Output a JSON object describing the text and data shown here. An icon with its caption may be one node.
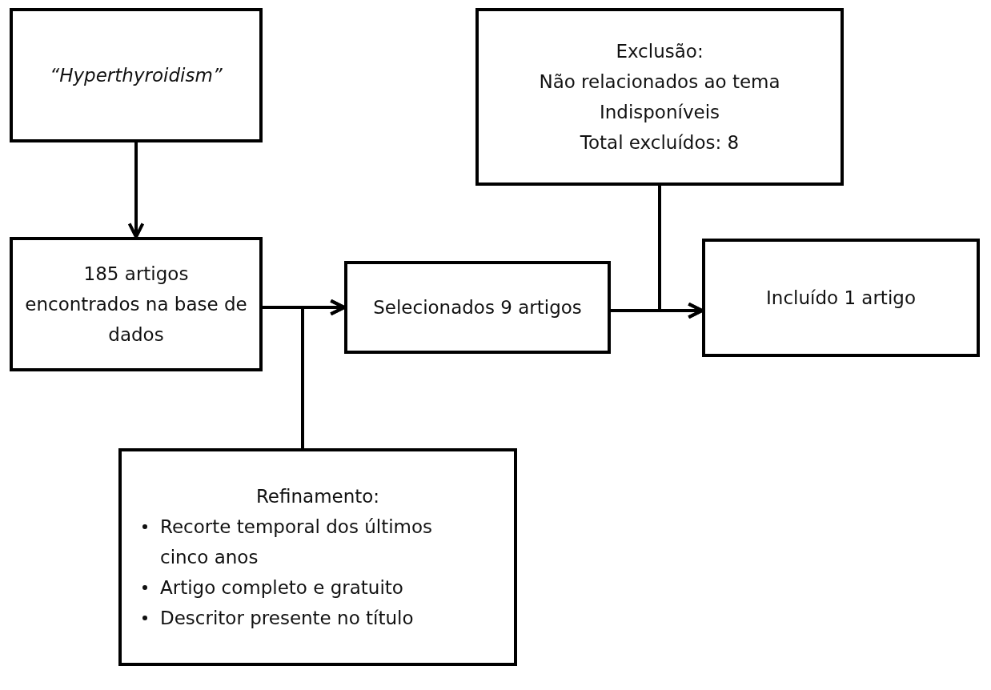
{
  "diagram": {
    "nodes": [
      {
        "text": [
          "“Hyperthyroidism”"
        ]
      },
      {
        "text": [
          "185 artigos encontrados na base de dados"
        ]
      },
      {
        "text": [
          "Selecionados 9 artigos"
        ]
      },
      {
        "text": [
          "Incluído 1 artigo"
        ]
      },
      {
        "text": [
          "Exclusão:",
          "Não relacionados ao tema",
          "Indisponíveis",
          "Total excluídos: 8"
        ]
      },
      {
        "text": [
          "Refinamento:",
          "Recorte temporal dos últimos cinco anos",
          "Artigo completo e gratuito",
          "Descritor presente no título"
        ]
      }
    ],
    "edges": [
      {
        "from": 0,
        "to": 1,
        "arrow": "to"
      },
      {
        "from": 1,
        "to": 2,
        "arrow": "to"
      },
      {
        "from": 5,
        "to": 2,
        "arrow": "to"
      },
      {
        "from": 2,
        "to": 3,
        "arrow": "to"
      },
      {
        "from": 4,
        "to": 3,
        "arrow": "to"
      }
    ]
  }
}
